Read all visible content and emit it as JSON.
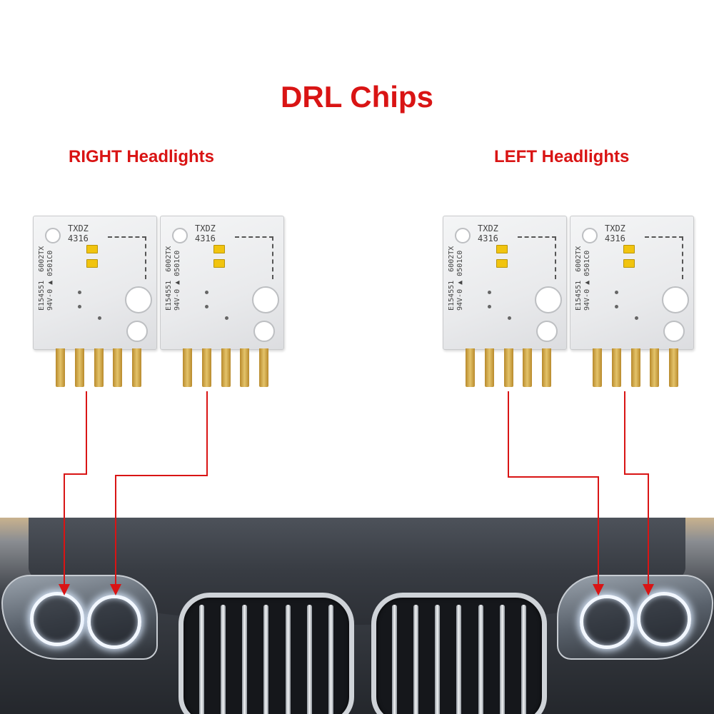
{
  "title": "DRL Chips",
  "labels": {
    "right": "RIGHT Headlights",
    "left": "LEFT Headlights"
  },
  "chip": {
    "top_marking_line1": "TXDZ",
    "top_marking_line2": "4316",
    "side_marking_line1": "E154551  6002TX",
    "side_marking_line2": "94V-0 ▲ 0501C0"
  },
  "colors": {
    "title": "#d91414",
    "arrow": "#d91414",
    "led": "#f1c40f",
    "pins": "#e4c36a"
  }
}
